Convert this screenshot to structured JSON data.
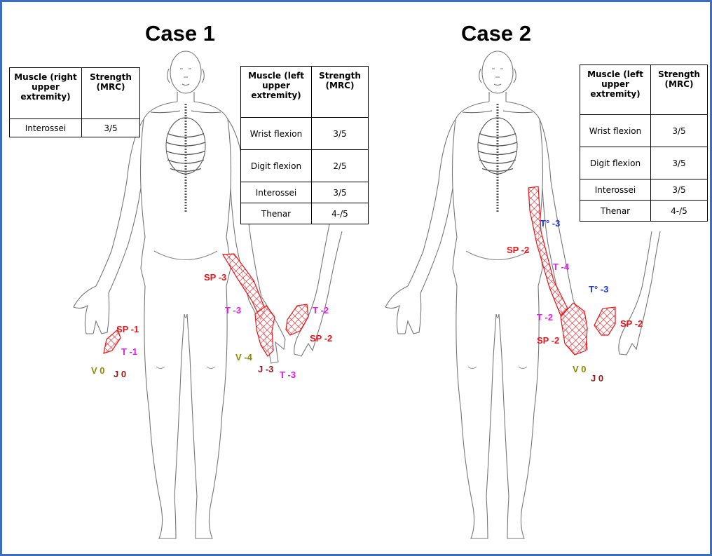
{
  "case1": {
    "title": "Case 1",
    "right_table": {
      "headers": [
        "Muscle (right upper extremity)",
        "Strength (MRC)"
      ],
      "rows": [
        [
          "Interossei",
          "3/5"
        ]
      ]
    },
    "left_table": {
      "headers": [
        "Muscle (left upper extremity)",
        "Strength (MRC)"
      ],
      "rows": [
        [
          "Wrist flexion",
          "3/5"
        ],
        [
          "Digit flexion",
          "2/5"
        ],
        [
          "Interossei",
          "3/5"
        ],
        [
          "Thenar",
          "4-/5"
        ]
      ]
    },
    "labels": {
      "sp_1": "SP -1",
      "t_1": "T -1",
      "v0": "V 0",
      "j0": "J 0",
      "sp_3": "SP -3",
      "t_3a": "T -3",
      "v_4": "V -4",
      "j_3": "J -3",
      "t_3b": "T -3",
      "t_2": "T -2",
      "sp_2": "SP -2"
    }
  },
  "case2": {
    "title": "Case 2",
    "left_table": {
      "headers": [
        "Muscle (left upper extremity)",
        "Strength (MRC)"
      ],
      "rows": [
        [
          "Wrist flexion",
          "3/5"
        ],
        [
          "Digit flexion",
          "3/5"
        ],
        [
          "Interossei",
          "3/5"
        ],
        [
          "Thenar",
          "4-/5"
        ]
      ]
    },
    "labels": {
      "tdeg_3a": "T° -3",
      "sp_2a": "SP -2",
      "t_4": "T -4",
      "tdeg_3b": "T° -3",
      "t_2": "T -2",
      "sp_2b": "SP -2",
      "sp_2c": "SP -2",
      "v0": "V 0",
      "j0": "J 0"
    }
  },
  "colors": {
    "frame": "#3c6ebe",
    "sp": "#e8151b",
    "t": "#e020e0",
    "tdeg": "#1f35d6",
    "v": "#8a8a00",
    "j": "#8b1a1a",
    "hatch": "#e8151b"
  }
}
